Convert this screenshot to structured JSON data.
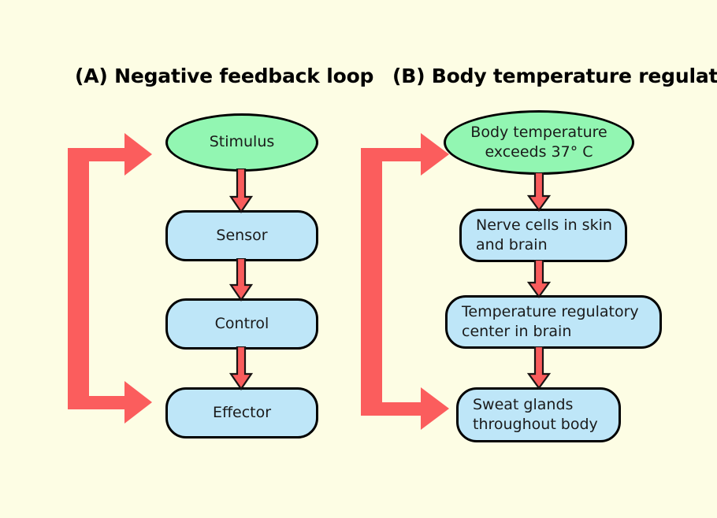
{
  "figure": {
    "background_color": "#fdfde4",
    "panels": [
      {
        "id": "A",
        "title": "(A) Negative feedback loop",
        "nodes": [
          {
            "id": "stimulus",
            "label": "Stimulus",
            "shape": "ellipse",
            "fill": "#92f6b2"
          },
          {
            "id": "sensor",
            "label": "Sensor",
            "shape": "rounded-rect",
            "fill": "#bee6f8"
          },
          {
            "id": "control",
            "label": "Control",
            "shape": "rounded-rect",
            "fill": "#bee6f8"
          },
          {
            "id": "effector",
            "label": "Effector",
            "shape": "rounded-rect",
            "fill": "#bee6f8"
          }
        ],
        "flow_arrow_color": "#f95c5c",
        "feedback_arrow_color": "#fb5d5d",
        "feedback_from": "effector",
        "feedback_to": "stimulus"
      },
      {
        "id": "B",
        "title": "(B) Body temperature regulation",
        "nodes": [
          {
            "id": "body-temp",
            "label": "Body temperature\nexceeds 37° C",
            "shape": "ellipse",
            "fill": "#92f6b2"
          },
          {
            "id": "nerve-cells",
            "label": "Nerve cells in skin\nand brain",
            "shape": "rounded-rect",
            "fill": "#bee6f8"
          },
          {
            "id": "temp-center",
            "label": "Temperature regulatory\ncenter in brain",
            "shape": "rounded-rect",
            "fill": "#bee6f8"
          },
          {
            "id": "sweat-glands",
            "label": "Sweat glands\nthroughout body",
            "shape": "rounded-rect",
            "fill": "#bee6f8"
          }
        ],
        "flow_arrow_color": "#f95c5c",
        "feedback_arrow_color": "#fb5d5d",
        "feedback_from": "sweat-glands",
        "feedback_to": "body-temp"
      }
    ]
  },
  "titles": {
    "a": "(A) Negative feedback loop",
    "b": "(B) Body temperature regulation"
  },
  "panel_a": {
    "stimulus": "Stimulus",
    "sensor": "Sensor",
    "control": "Control",
    "effector": "Effector"
  },
  "panel_b": {
    "body_temp": "Body temperature\nexceeds 37° C",
    "nerve_cells": "Nerve cells in skin\nand brain",
    "temp_center": "Temperature regulatory\ncenter in brain",
    "sweat_glands": "Sweat glands\nthroughout body"
  },
  "colors": {
    "background": "#fdfde4",
    "ellipse_fill": "#92f6b2",
    "box_fill": "#bee6f8",
    "outline": "#000000",
    "arrow_red": "#f95c5c",
    "loop_red": "#fb5d5d"
  }
}
